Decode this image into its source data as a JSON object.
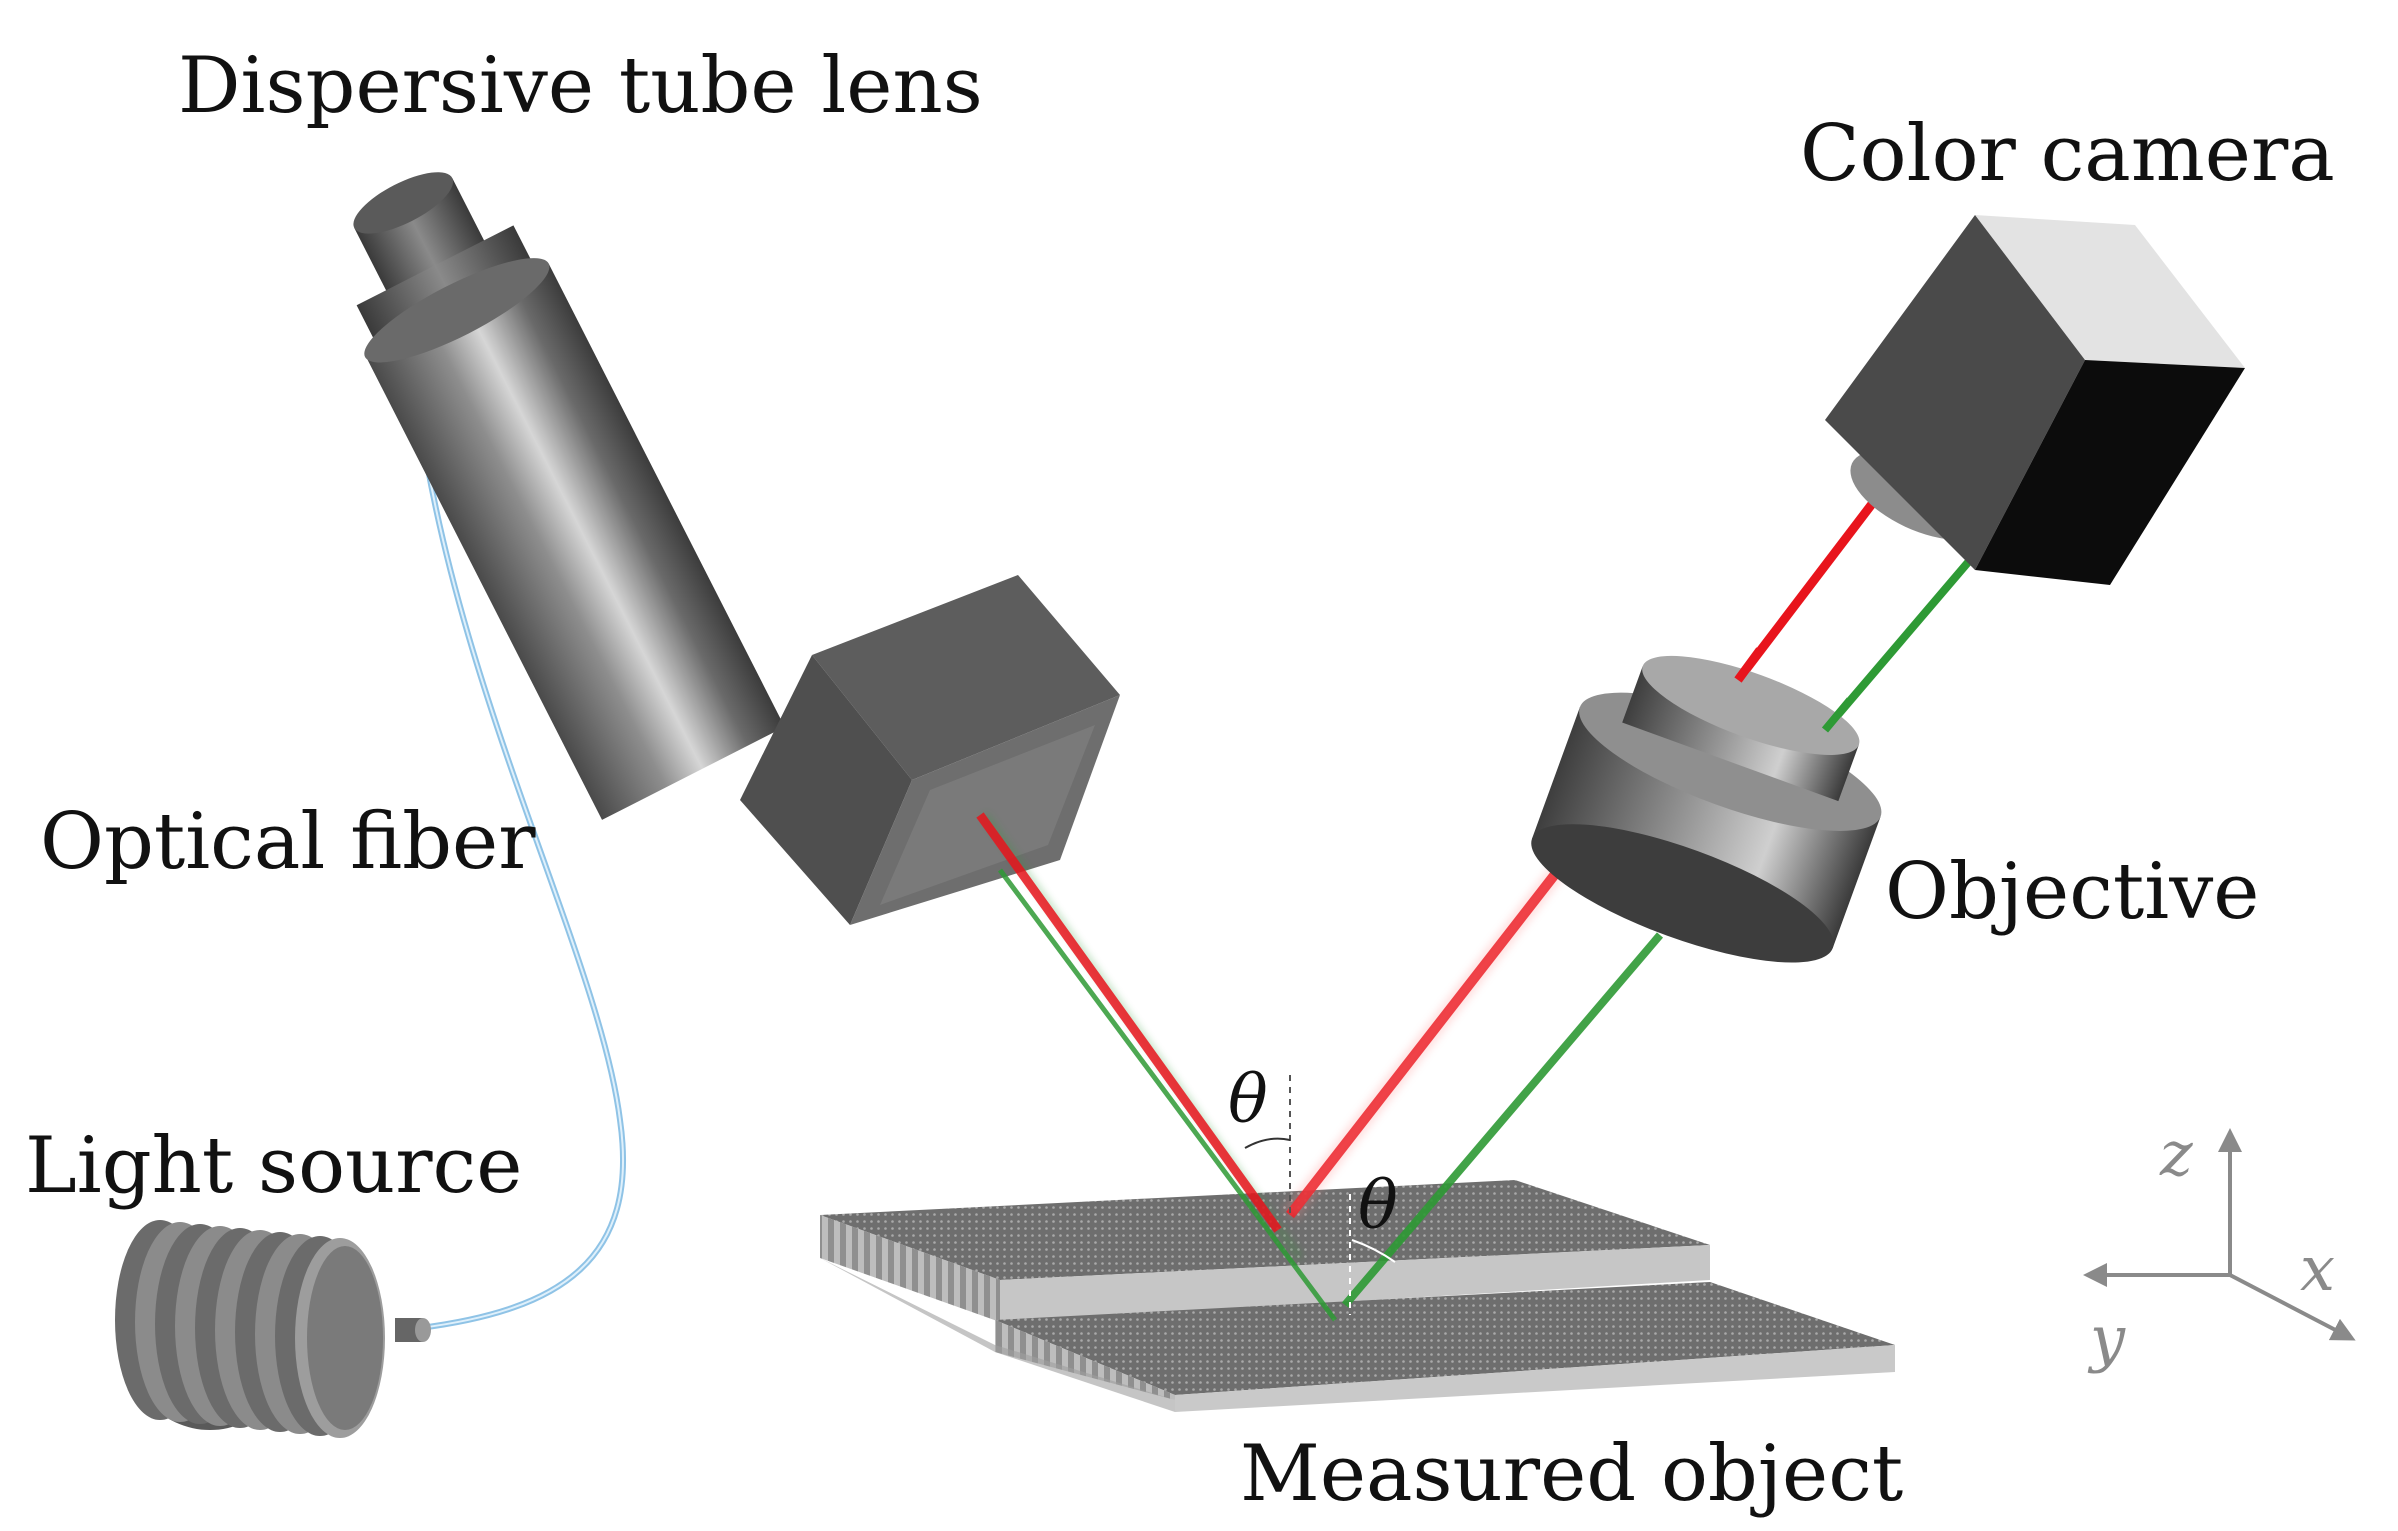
{
  "labels": {
    "dispersive_tube_lens": "Dispersive tube lens",
    "color_camera": "Color camera",
    "optical_fiber": "Optical fiber",
    "objective": "Objective",
    "light_source": "Light source",
    "measured_object": "Measured object",
    "theta_incident": "θ",
    "theta_reflected": "θ"
  },
  "axes": {
    "z": "z",
    "x": "x",
    "y": "y"
  },
  "colors": {
    "red_beam": "#e8141c",
    "green_beam": "#2e9a35",
    "fiber": "#8fc3e6",
    "device_dark": "#4d4d4d",
    "device_mid": "#7a7a7a",
    "device_light": "#b8b8b8",
    "axis_gray": "#8a8a8a"
  }
}
